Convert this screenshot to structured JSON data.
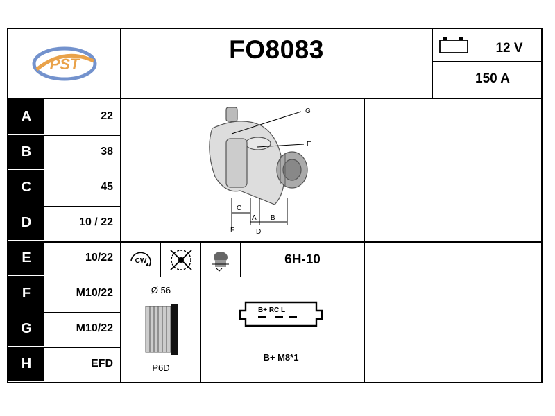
{
  "header": {
    "logo_text": "PST",
    "part_number": "FO8083",
    "voltage": "12 V",
    "amperage": "150 A",
    "battery_icon": "battery-icon"
  },
  "dimensions": [
    {
      "label": "A",
      "value": "22"
    },
    {
      "label": "B",
      "value": "38"
    },
    {
      "label": "C",
      "value": "45"
    },
    {
      "label": "D",
      "value": "10 / 22"
    },
    {
      "label": "E",
      "value": "10/22"
    },
    {
      "label": "F",
      "value": "M10/22"
    },
    {
      "label": "G",
      "value": "M10/22"
    },
    {
      "label": "H",
      "value": "EFD"
    }
  ],
  "diagram": {
    "labels": {
      "g": "G",
      "e": "E",
      "c": "C",
      "a": "A",
      "b": "B",
      "f": "F",
      "d": "D"
    }
  },
  "rotation": {
    "cw_text": "CW",
    "belt": "6H-10"
  },
  "pulley": {
    "diameter": "Ø 56",
    "type": "P6D"
  },
  "connector": {
    "pins": "B+  RC  L",
    "terminal": "B+ M8*1"
  },
  "colors": {
    "ink": "#000000",
    "logo_blue": "#5b7fc4",
    "logo_orange": "#e9a24a"
  }
}
